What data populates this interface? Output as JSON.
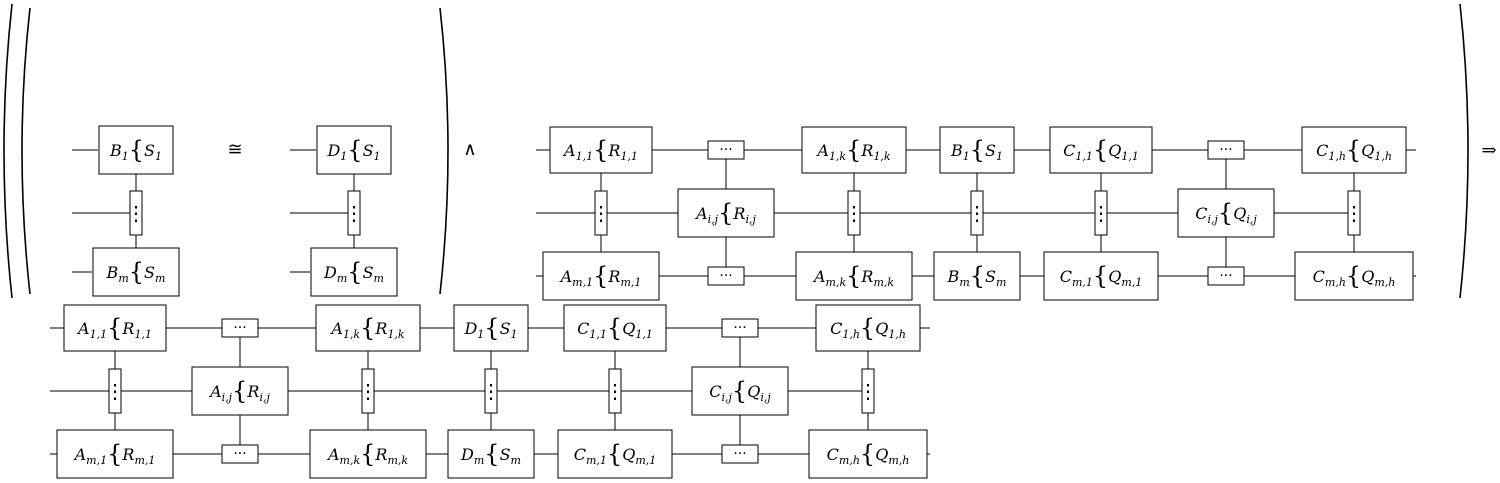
{
  "symbols": {
    "iso": "≅",
    "and": "∧",
    "implies": "⇒",
    "hdots": "···",
    "vdots": "⋮"
  },
  "blocks": {
    "left_B": [
      {
        "name": "B",
        "sub": "1",
        "lab": "S",
        "lsub": "1"
      },
      {
        "name": "B",
        "sub": "m",
        "lab": "S",
        "lsub": "m"
      }
    ],
    "left_D": [
      {
        "name": "D",
        "sub": "1",
        "lab": "S",
        "lsub": "1"
      },
      {
        "name": "D",
        "sub": "m",
        "lab": "S",
        "lsub": "m"
      }
    ],
    "big_top": {
      "row1": [
        {
          "name": "A",
          "sub": "1,1",
          "lab": "R",
          "lsub": "1,1"
        },
        {
          "name": "A",
          "sub": "1,k",
          "lab": "R",
          "lsub": "1,k"
        },
        {
          "name": "B",
          "sub": "1",
          "lab": "S",
          "lsub": "1"
        },
        {
          "name": "C",
          "sub": "1,1",
          "lab": "Q",
          "lsub": "1,1"
        },
        {
          "name": "C",
          "sub": "1,h",
          "lab": "Q",
          "lsub": "1,h"
        }
      ],
      "row2": [
        {
          "name": "A",
          "sub": "i,j",
          "lab": "R",
          "lsub": "i,j"
        },
        {
          "name": "C",
          "sub": "i,j",
          "lab": "Q",
          "lsub": "i,j"
        }
      ],
      "row3": [
        {
          "name": "A",
          "sub": "m,1",
          "lab": "R",
          "lsub": "m,1"
        },
        {
          "name": "A",
          "sub": "m,k",
          "lab": "R",
          "lsub": "m,k"
        },
        {
          "name": "B",
          "sub": "m",
          "lab": "S",
          "lsub": "m"
        },
        {
          "name": "C",
          "sub": "m,1",
          "lab": "Q",
          "lsub": "m,1"
        },
        {
          "name": "C",
          "sub": "m,h",
          "lab": "Q",
          "lsub": "m,h"
        }
      ]
    },
    "big_bottom": {
      "row1": [
        {
          "name": "A",
          "sub": "1,1",
          "lab": "R",
          "lsub": "1,1"
        },
        {
          "name": "A",
          "sub": "1,k",
          "lab": "R",
          "lsub": "1,k"
        },
        {
          "name": "D",
          "sub": "1",
          "lab": "S",
          "lsub": "1"
        },
        {
          "name": "C",
          "sub": "1,1",
          "lab": "Q",
          "lsub": "1,1"
        },
        {
          "name": "C",
          "sub": "1,h",
          "lab": "Q",
          "lsub": "1,h"
        }
      ],
      "row2": [
        {
          "name": "A",
          "sub": "i,j",
          "lab": "R",
          "lsub": "i,j"
        },
        {
          "name": "C",
          "sub": "i,j",
          "lab": "Q",
          "lsub": "i,j"
        }
      ],
      "row3": [
        {
          "name": "A",
          "sub": "m,1",
          "lab": "R",
          "lsub": "m,1"
        },
        {
          "name": "A",
          "sub": "m,k",
          "lab": "R",
          "lsub": "m,k"
        },
        {
          "name": "D",
          "sub": "m",
          "lab": "S",
          "lsub": "m"
        },
        {
          "name": "C",
          "sub": "m,1",
          "lab": "Q",
          "lsub": "m,1"
        },
        {
          "name": "C",
          "sub": "m,h",
          "lab": "Q",
          "lsub": "m,h"
        }
      ]
    }
  }
}
